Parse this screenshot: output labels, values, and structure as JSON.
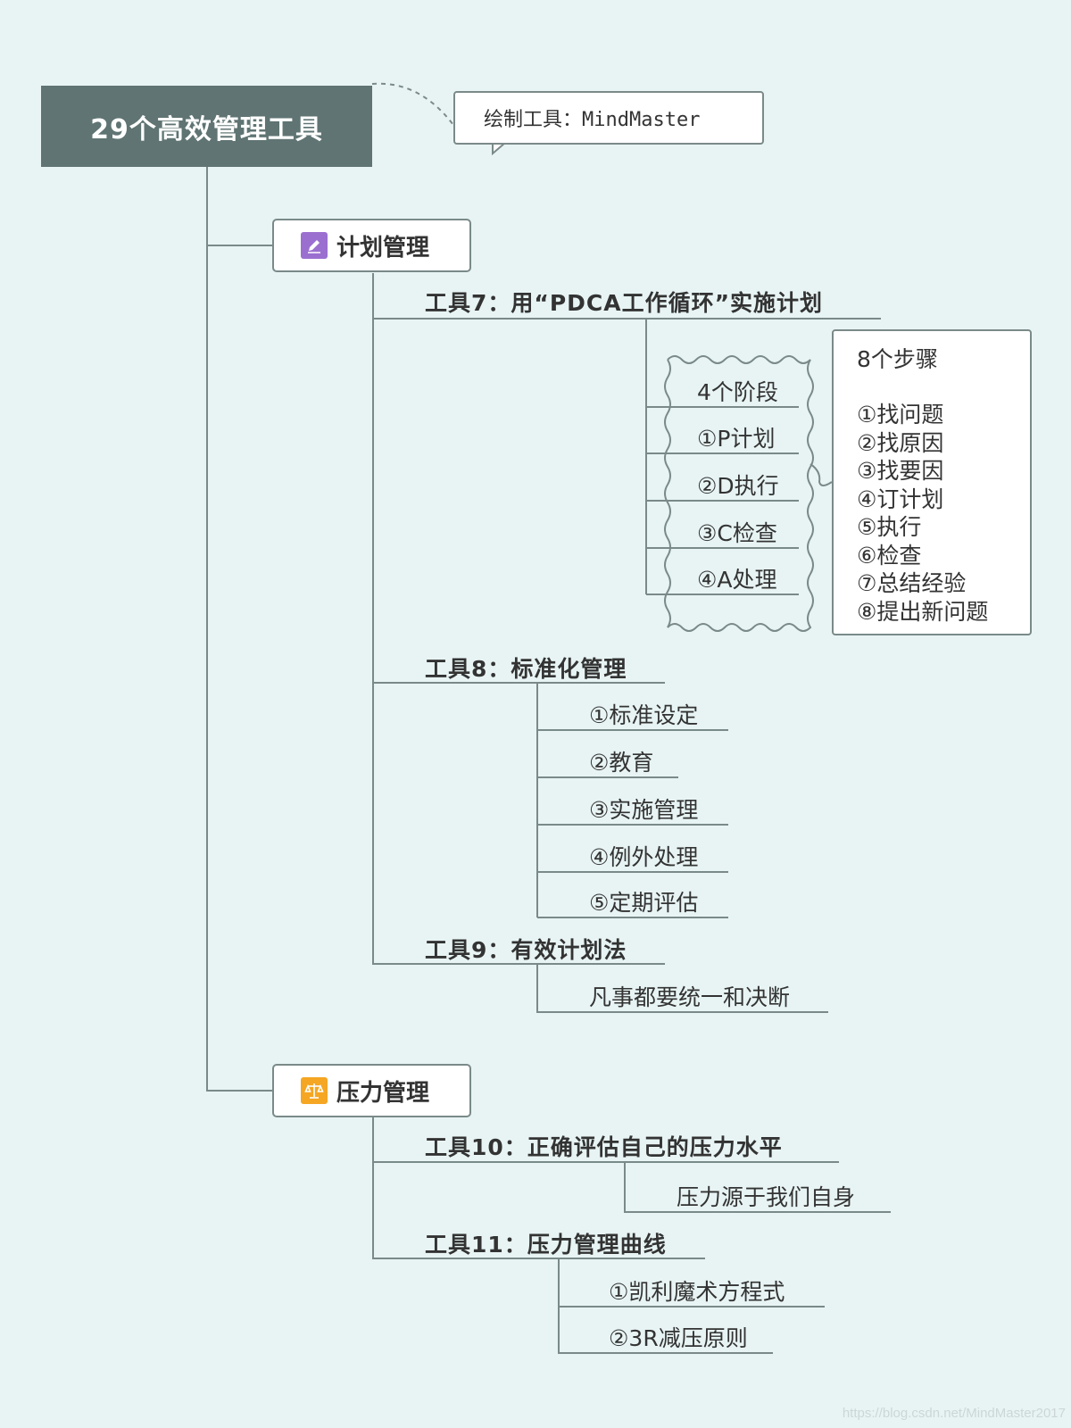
{
  "root": {
    "title": "29个高效管理工具"
  },
  "callout": {
    "text": "绘制工具：MindMaster"
  },
  "colors": {
    "root_bg": "#5f7473",
    "line": "#7a8a89",
    "background": "#e8f4f4",
    "plan_icon": "#9b6fd0",
    "stress_icon": "#f5a623"
  },
  "plan": {
    "label": "计划管理",
    "icon": "pencil-icon",
    "tool7": {
      "label": "工具7：用“PDCA工作循环”实施计划",
      "phases": [
        "4个阶段",
        "①P计划",
        "②D执行",
        "③C检查",
        "④A处理"
      ],
      "steps_title": "8个步骤",
      "steps": [
        "①找问题",
        "②找原因",
        "③找要因",
        "④订计划",
        "⑤执行",
        "⑥检查",
        "⑦总结经验",
        "⑧提出新问题"
      ]
    },
    "tool8": {
      "label": "工具8：标准化管理",
      "items": [
        "①标准设定",
        "②教育",
        "③实施管理",
        "④例外处理",
        "⑤定期评估"
      ]
    },
    "tool9": {
      "label": "工具9：有效计划法",
      "items": [
        "凡事都要统一和决断"
      ]
    }
  },
  "stress": {
    "label": "压力管理",
    "icon": "balance-scale-icon",
    "tool10": {
      "label": "工具10：正确评估自己的压力水平",
      "items": [
        "压力源于我们自身"
      ]
    },
    "tool11": {
      "label": "工具11：压力管理曲线",
      "items": [
        "①凯利魔术方程式",
        "②3R减压原则"
      ]
    }
  },
  "watermark": "https://blog.csdn.net/MindMaster2017"
}
